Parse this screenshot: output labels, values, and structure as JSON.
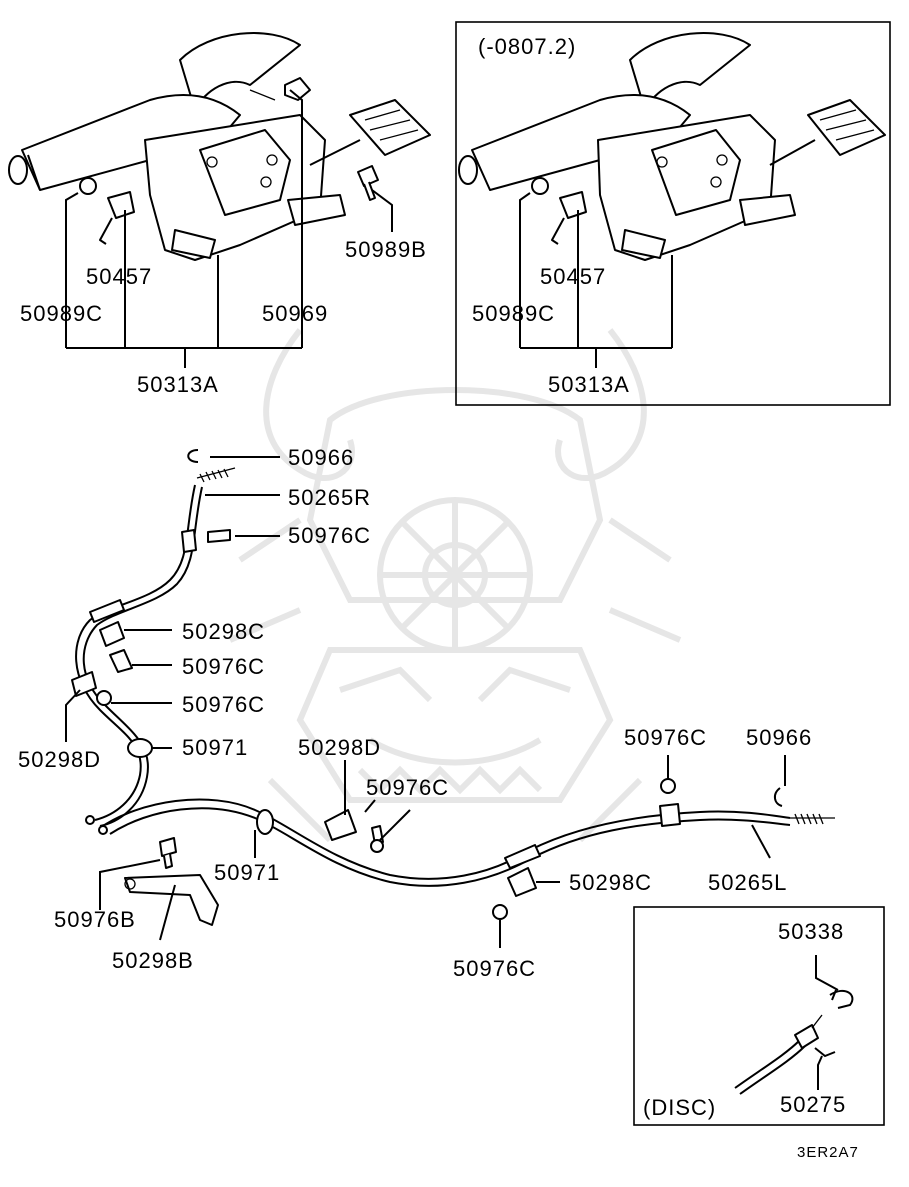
{
  "diagram": {
    "drawing_code": "3ER2A7",
    "top_left_assembly": {
      "labels": {
        "p50457": "50457",
        "p50989C": "50989C",
        "p50969": "50969",
        "p50989B": "50989B",
        "p50313A": "50313A"
      }
    },
    "top_right_inset": {
      "condition": "(-0807.2)",
      "labels": {
        "p50457": "50457",
        "p50989C": "50989C",
        "p50313A": "50313A"
      }
    },
    "cable_assembly": {
      "labels": {
        "p50966_a": "50966",
        "p50265R": "50265R",
        "p50976C_a": "50976C",
        "p50298C_a": "50298C",
        "p50976C_b": "50976C",
        "p50976C_c": "50976C",
        "p50298D_a": "50298D",
        "p50971_a": "50971",
        "p50298D_b": "50298D",
        "p50976C_d": "50976C",
        "p50976C_e": "50976C",
        "p50966_b": "50966",
        "p50971_b": "50971",
        "p50976B": "50976B",
        "p50298B": "50298B",
        "p50298C_b": "50298C",
        "p50265L": "50265L",
        "p50976C_f": "50976C"
      }
    },
    "disc_inset": {
      "condition": "(DISC)",
      "labels": {
        "p50338": "50338",
        "p50275": "50275"
      }
    }
  }
}
